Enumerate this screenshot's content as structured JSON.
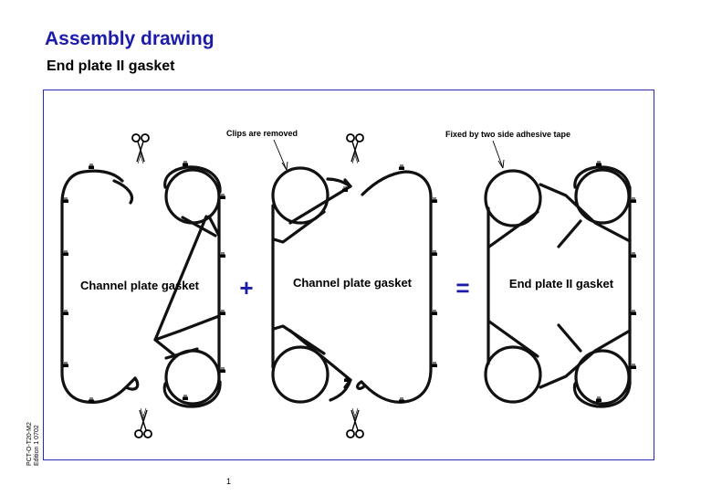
{
  "header": {
    "title": "Assembly drawing",
    "subtitle": "End plate II gasket"
  },
  "diagram": {
    "gasket_left_label": "Channel plate gasket",
    "gasket_middle_label": "Channel plate gasket",
    "gasket_result_label": "End plate II gasket",
    "plus_symbol": "+",
    "equals_symbol": "=",
    "annotation_clips": "Clips are removed",
    "annotation_tape": "Fixed by two side adhesive tape",
    "accent_color": "#1c1ca8",
    "frame_color": "#2a2ab0"
  },
  "footer": {
    "page_number": "1",
    "doc_code_line1": "PCT-O-T20-M2",
    "doc_code_line2": "Edition 1 0702"
  }
}
